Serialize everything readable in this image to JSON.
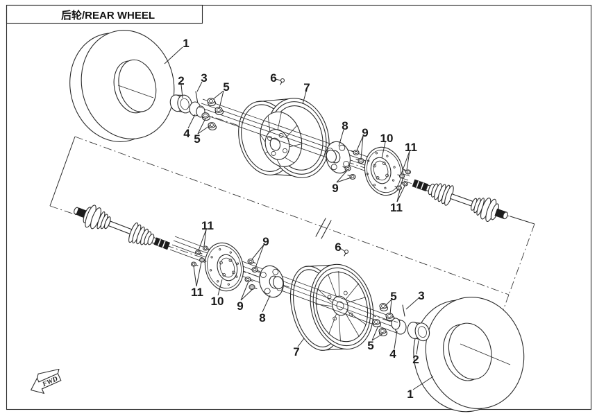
{
  "title": "后轮/REAR WHEEL",
  "fwd": "FWD",
  "parts": {
    "1": "1",
    "2": "2",
    "3": "3",
    "4": "4",
    "5": "5",
    "6": "6",
    "7": "7",
    "8": "8",
    "9": "9",
    "10": "10",
    "11": "11"
  },
  "colors": {
    "line": "#2a2a2a",
    "background": "#ffffff"
  }
}
